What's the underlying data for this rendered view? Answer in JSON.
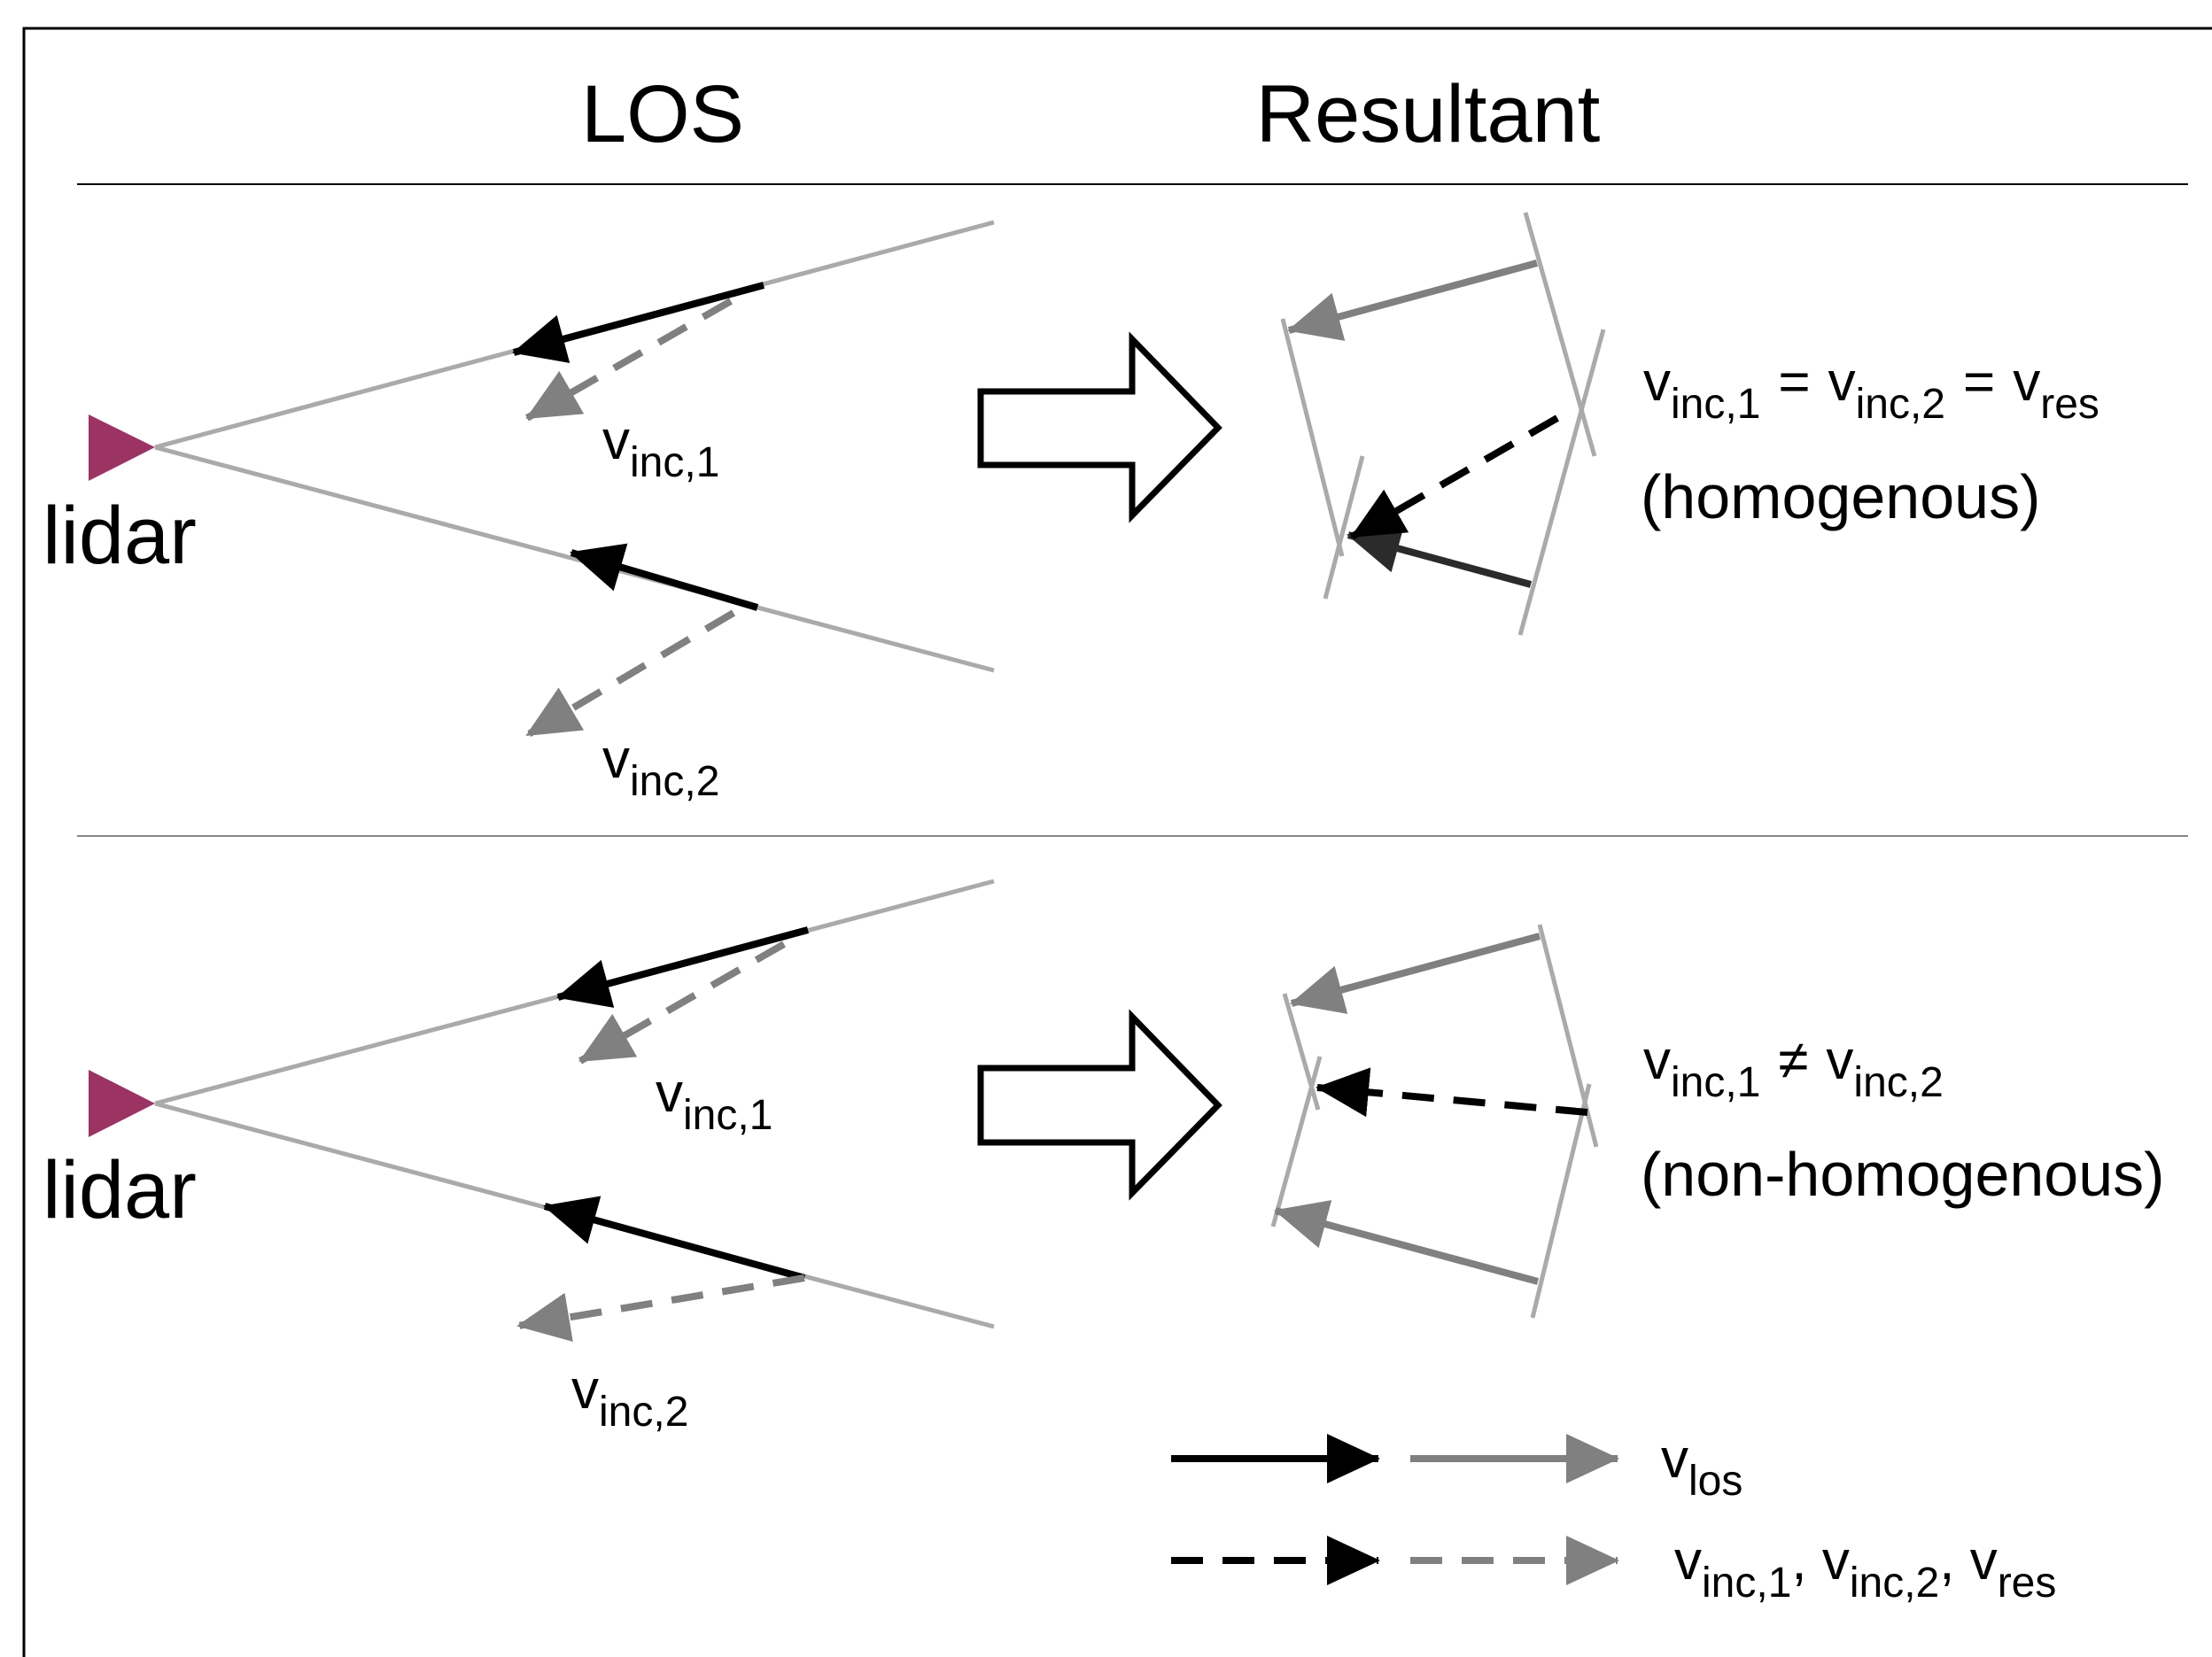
{
  "header": {
    "los_label": "LOS",
    "resultant_label": "Resultant"
  },
  "panel_top": {
    "lidar_label": "lidar",
    "vinc1": {
      "base": "v",
      "sub": "inc,1"
    },
    "vinc2": {
      "base": "v",
      "sub": "inc,2"
    },
    "equation": {
      "a_base": "v",
      "a_sub": "inc,1",
      "op1": "=",
      "b_base": "v",
      "b_sub": "inc,2",
      "op2": "=",
      "c_base": "v",
      "c_sub": "res"
    },
    "caption": "(homogenous)"
  },
  "panel_bottom": {
    "lidar_label": "lidar",
    "vinc1": {
      "base": "v",
      "sub": "inc,1"
    },
    "vinc2": {
      "base": "v",
      "sub": "inc,2"
    },
    "equation": {
      "a_base": "v",
      "a_sub": "inc,1",
      "op": "≠",
      "b_base": "v",
      "b_sub": "inc,2"
    },
    "caption": "(non-homogenous)"
  },
  "legend": {
    "los_entry": {
      "base": "v",
      "sub": "los"
    },
    "inc_entry": {
      "a_base": "v",
      "a_sub": "inc,1",
      "sep1": ", ",
      "b_base": "v",
      "b_sub": "inc,2",
      "sep2": ", ",
      "c_base": "v",
      "c_sub": "res"
    }
  },
  "colors": {
    "frame": "#000000",
    "beam": "#aaaaaa",
    "black_arrow": "#000000",
    "gray_arrow": "#808080",
    "lidar": "#9b3462",
    "dark_arrow": "#2b2b2b"
  }
}
